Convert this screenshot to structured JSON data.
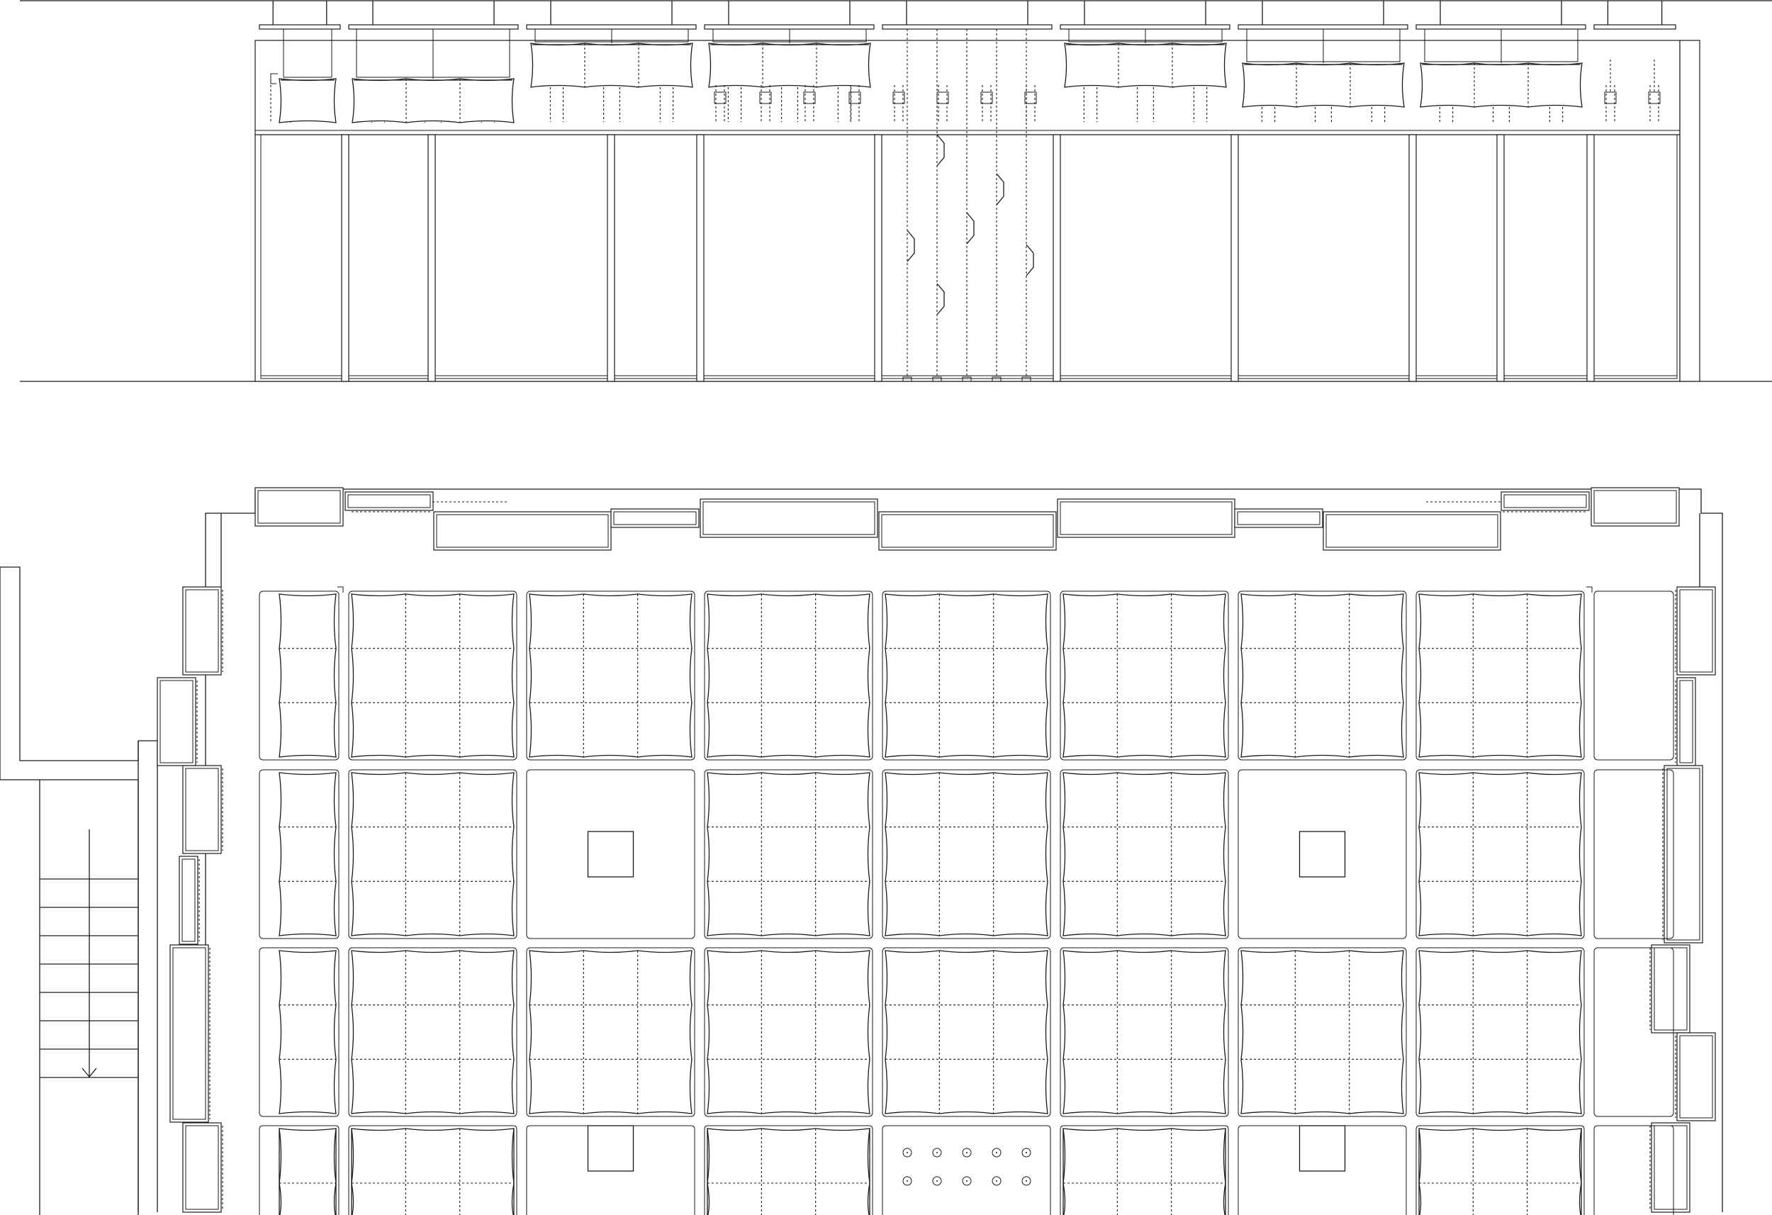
{
  "drawing": {
    "colors": {
      "pink": "#f5e1f5",
      "cyan": "#d4eef3",
      "cream": "#f6f6e2",
      "line": "#1a1a1a",
      "paper": "#ffffff"
    },
    "elevation": {
      "bays": [
        "pink",
        "cyan",
        "pink",
        "cream",
        "lift-cords",
        "cyan",
        "cream",
        "cream",
        "empty"
      ]
    },
    "plan": {
      "rows": [
        [
          "pink",
          "cyan",
          "pink",
          "cream",
          "cream",
          "cyan",
          "cream",
          "cream",
          "empty"
        ],
        [
          "cyan",
          "pink",
          "empty-column",
          "cyan",
          "pink",
          "pink",
          "empty-column",
          "cream",
          "empty"
        ],
        [
          "cyan",
          "pink",
          "cyan",
          "cyan",
          "cyan",
          "pink",
          "pink",
          "pink",
          "empty"
        ],
        [
          "outline",
          "outline",
          "empty-column",
          "outline",
          "hooks",
          "outline",
          "empty-column",
          "outline",
          "empty"
        ]
      ]
    },
    "icons": [
      "stair-arrow-icon"
    ]
  }
}
